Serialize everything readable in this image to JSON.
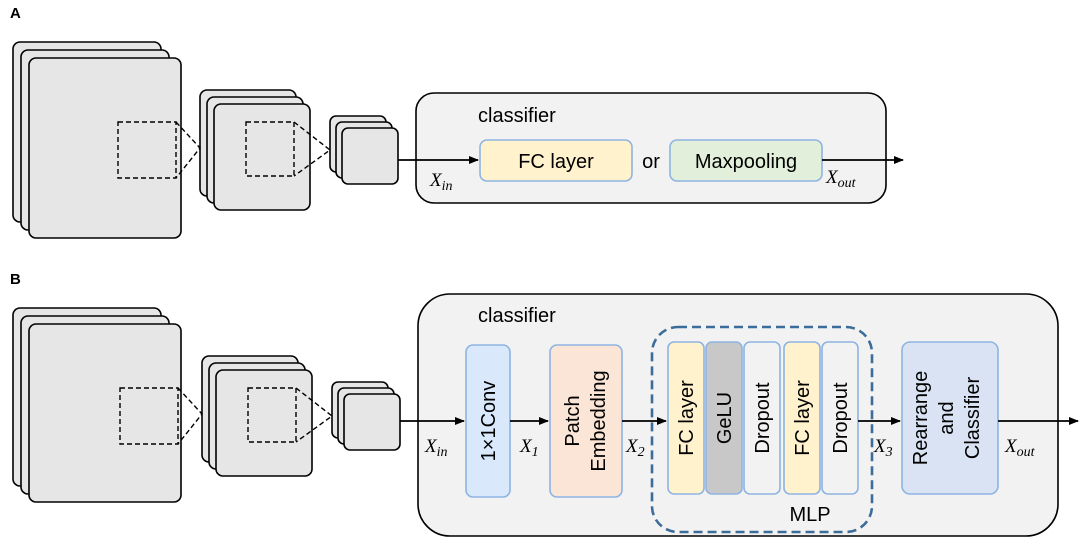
{
  "panels": {
    "a": {
      "letter": "A",
      "classifier_title": "classifier",
      "fc_label": "FC layer",
      "or_label": "or",
      "maxpool_label": "Maxpooling",
      "x_in": {
        "base": "X",
        "sub": "in"
      },
      "x_out": {
        "base": "X",
        "sub": "out"
      }
    },
    "b": {
      "letter": "B",
      "classifier_title": "classifier",
      "conv_label": "1×1Conv",
      "patch_line1": "Patch",
      "patch_line2": "Embedding",
      "mlp_fc1": "FC layer",
      "mlp_gelu": "GeLU",
      "mlp_dropout1": "Dropout",
      "mlp_fc2": "FC layer",
      "mlp_dropout2": "Dropout",
      "mlp_label": "MLP",
      "rearrange_line1": "Rearrange",
      "rearrange_line2": "and",
      "rearrange_line3": "Classifier",
      "x_in": {
        "base": "X",
        "sub": "in"
      },
      "x_1": {
        "base": "X",
        "sub": "1"
      },
      "x_2": {
        "base": "X",
        "sub": "2"
      },
      "x_3": {
        "base": "X",
        "sub": "3"
      },
      "x_out": {
        "base": "X",
        "sub": "out"
      }
    }
  },
  "colors": {
    "feature_map": "#e6e6e6",
    "classifier_bg": "#f2f2f2",
    "fc_fill": "#fff2cc",
    "fc_stroke": "#8eb4e3",
    "maxpool_fill": "#e2efda",
    "conv_fill": "#dae8fc",
    "patch_fill": "#fbe5d6",
    "gelu_fill": "#c8c8c8",
    "dropout_fill": "#f2f2f2",
    "rearrange_fill": "#dae3f3",
    "mlp_border": "#3c6c99"
  }
}
